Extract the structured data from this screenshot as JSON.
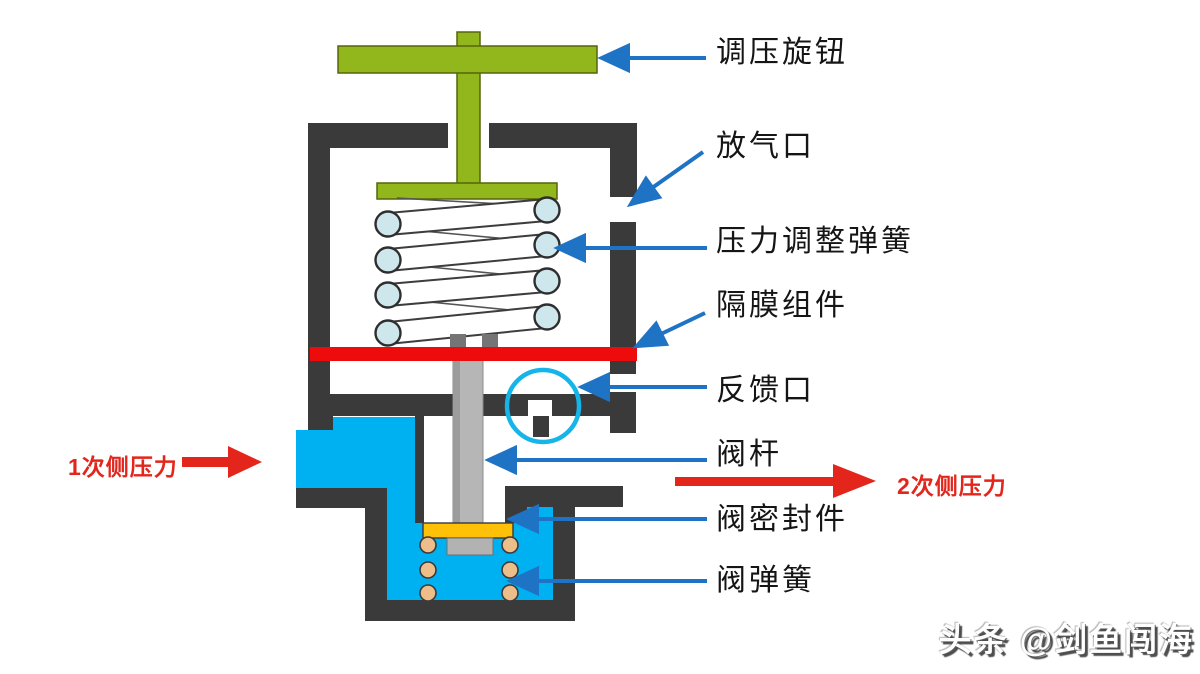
{
  "labels": [
    {
      "id": "adjustment-knob",
      "text": "调压旋钮"
    },
    {
      "id": "vent-port",
      "text": "放气口"
    },
    {
      "id": "pressure-adjust-spring",
      "text": "压力调整弹簧"
    },
    {
      "id": "diaphragm-assembly",
      "text": "隔膜组件"
    },
    {
      "id": "feedback-port",
      "text": "反馈口"
    },
    {
      "id": "valve-stem",
      "text": "阀杆"
    },
    {
      "id": "valve-seal",
      "text": "阀密封件"
    },
    {
      "id": "valve-spring",
      "text": "阀弹簧"
    }
  ],
  "pressure": {
    "primary": "1次侧压力",
    "secondary": "2次侧压力"
  },
  "watermark": "头条 @剑鱼闯海",
  "colors": {
    "housing_dark": "#3a3a3a",
    "knob_green": "#91b71d",
    "fluid_cyan": "#00b1f1",
    "diaphragm_red": "#ee0b0b",
    "seal_yellow": "#ffc107",
    "leader_blue": "#1e73c5",
    "pressure_arrow_red": "#e3251b",
    "feedback_highlight_cyan": "#15b4e9",
    "spring_end_fill": "#cde7ed",
    "valve_spring_tan": "#edbd8a",
    "stem_gray": "#b6b6b6"
  }
}
